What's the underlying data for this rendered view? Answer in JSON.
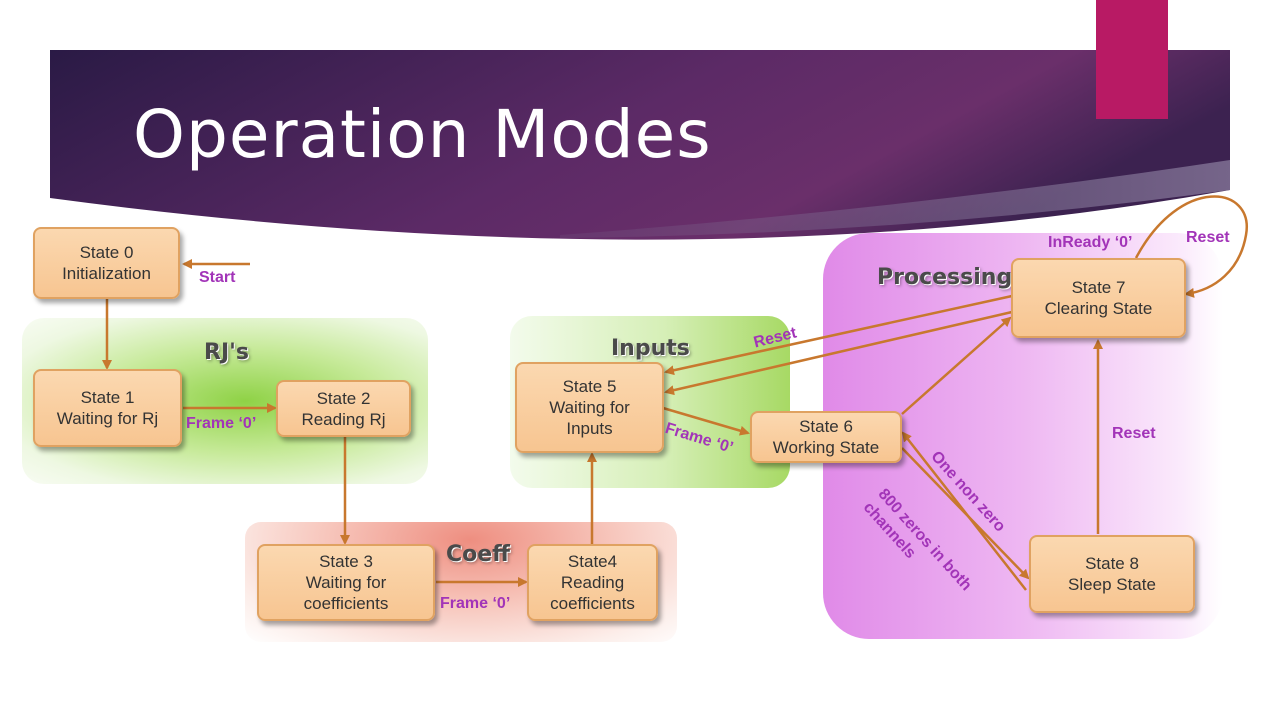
{
  "slide": {
    "title": "Operation Modes",
    "accent_color": "#b81a64",
    "banner_color": "#3a1d52"
  },
  "groups": {
    "rj": {
      "label": "RJ's",
      "color": "#8fd246"
    },
    "inputs": {
      "label": "Inputs",
      "color": "#a7d964"
    },
    "coeff": {
      "label": "Coeff",
      "color": "#ee8e80"
    },
    "processing": {
      "label": "Processing",
      "color": "#e08ae8"
    }
  },
  "states": [
    {
      "id": "s0",
      "line1": "State 0",
      "line2": "Initialization",
      "line3": ""
    },
    {
      "id": "s1",
      "line1": "State 1",
      "line2": "Waiting for Rj",
      "line3": ""
    },
    {
      "id": "s2",
      "line1": "State 2",
      "line2": "Reading Rj",
      "line3": ""
    },
    {
      "id": "s3",
      "line1": "State 3",
      "line2": "Waiting for",
      "line3": "coefficients"
    },
    {
      "id": "s4",
      "line1": "State4",
      "line2": "Reading",
      "line3": "coefficients"
    },
    {
      "id": "s5",
      "line1": "State 5",
      "line2": "Waiting for",
      "line3": "Inputs"
    },
    {
      "id": "s6",
      "line1": "State 6",
      "line2": "Working State",
      "line3": ""
    },
    {
      "id": "s7",
      "line1": "State 7",
      "line2": "Clearing State",
      "line3": ""
    },
    {
      "id": "s8",
      "line1": "State 8",
      "line2": "Sleep State",
      "line3": ""
    }
  ],
  "transitions": {
    "start": "Start",
    "s1_s2": "Frame ‘0’",
    "s3_s4": "Frame ‘0’",
    "s5_s6": "Frame ‘0’",
    "reset_to_s5": "Reset",
    "s7_self": "Reset",
    "inready": "InReady ‘0’",
    "s8_s7": "Reset",
    "s6_s8": "800 zeros in both channels",
    "s8_s6": "One non zero"
  },
  "arrow_color": "#c8782e",
  "label_color": "#a234b8"
}
